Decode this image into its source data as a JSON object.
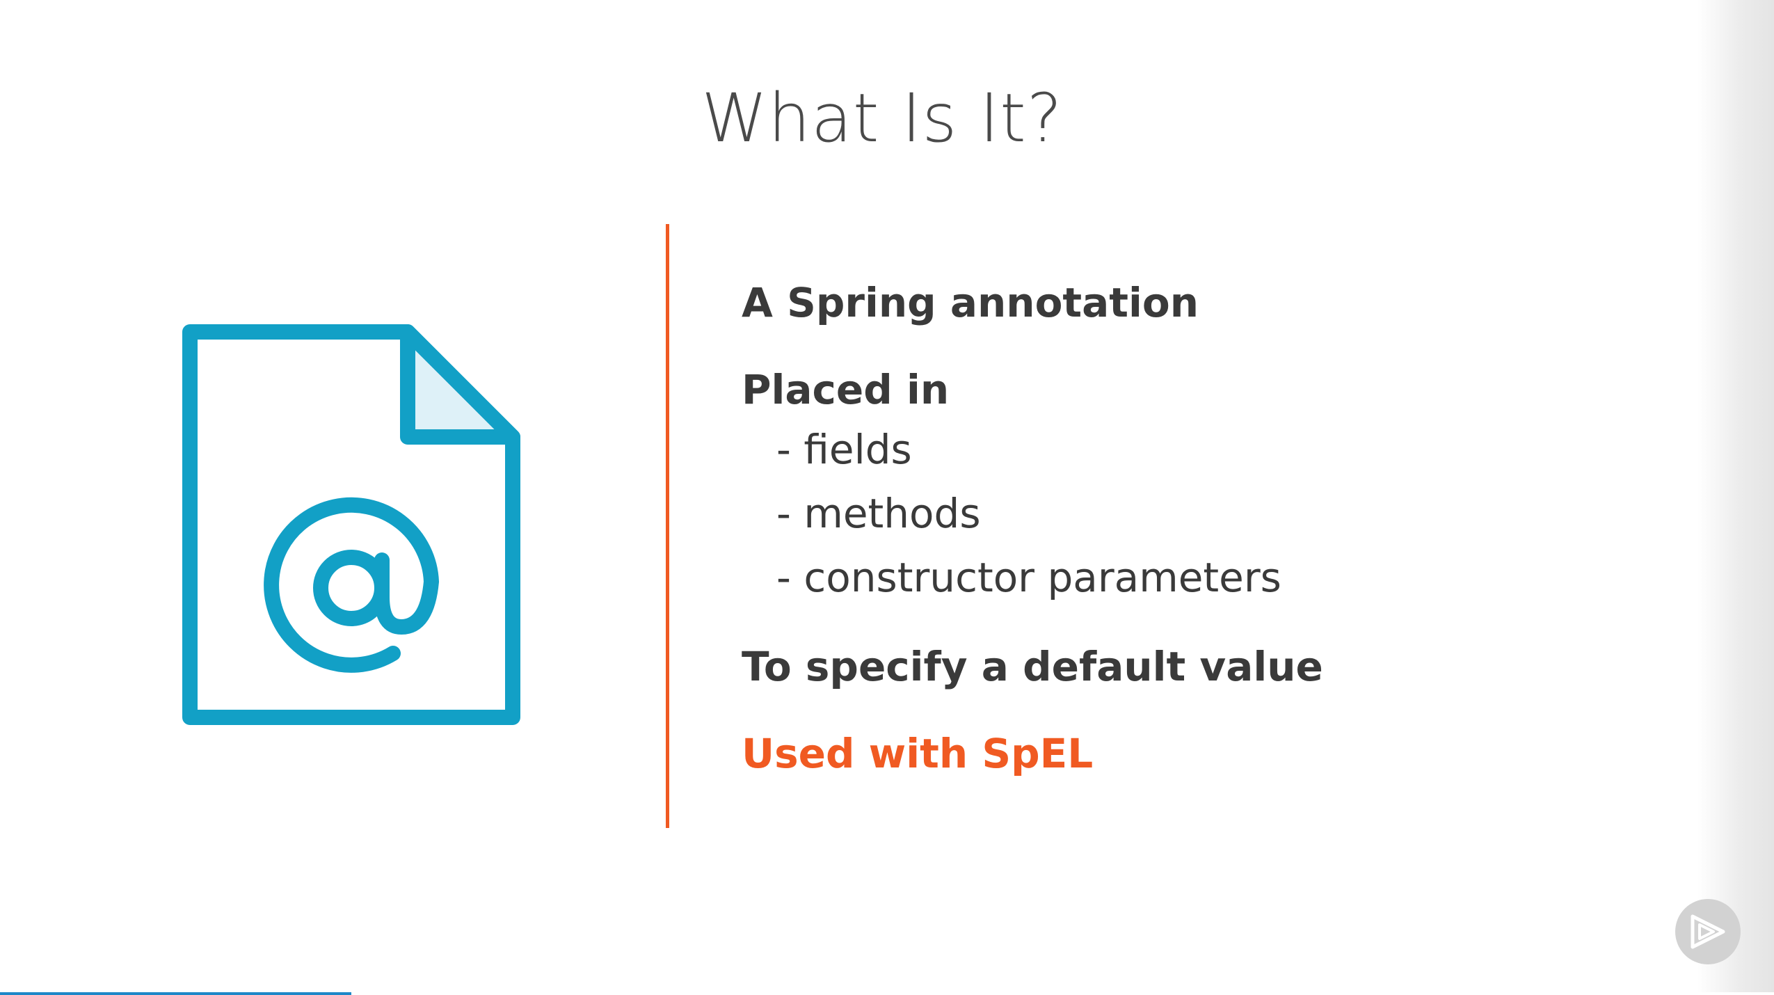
{
  "slide": {
    "title": "What Is It?",
    "items": [
      {
        "text": "A Spring annotation"
      },
      {
        "text": "Placed in",
        "subitems": [
          "- fields",
          "- methods",
          "- constructor parameters"
        ]
      },
      {
        "text": "To specify a default value"
      },
      {
        "text": "Used with SpEL",
        "highlight": true
      }
    ]
  },
  "icons": {
    "document": "annotation-document-icon",
    "at_sign": "at-sign-icon",
    "player": "pluralsight-play-icon"
  },
  "colors": {
    "accent": "#f05a22",
    "icon_blue": "#12a0c6",
    "icon_fold_fill": "#def1f8",
    "text": "#3a3a3a",
    "title": "#4a4a4a",
    "progress": "#1e88c8"
  },
  "player": {
    "progress_fraction": 0.198
  }
}
